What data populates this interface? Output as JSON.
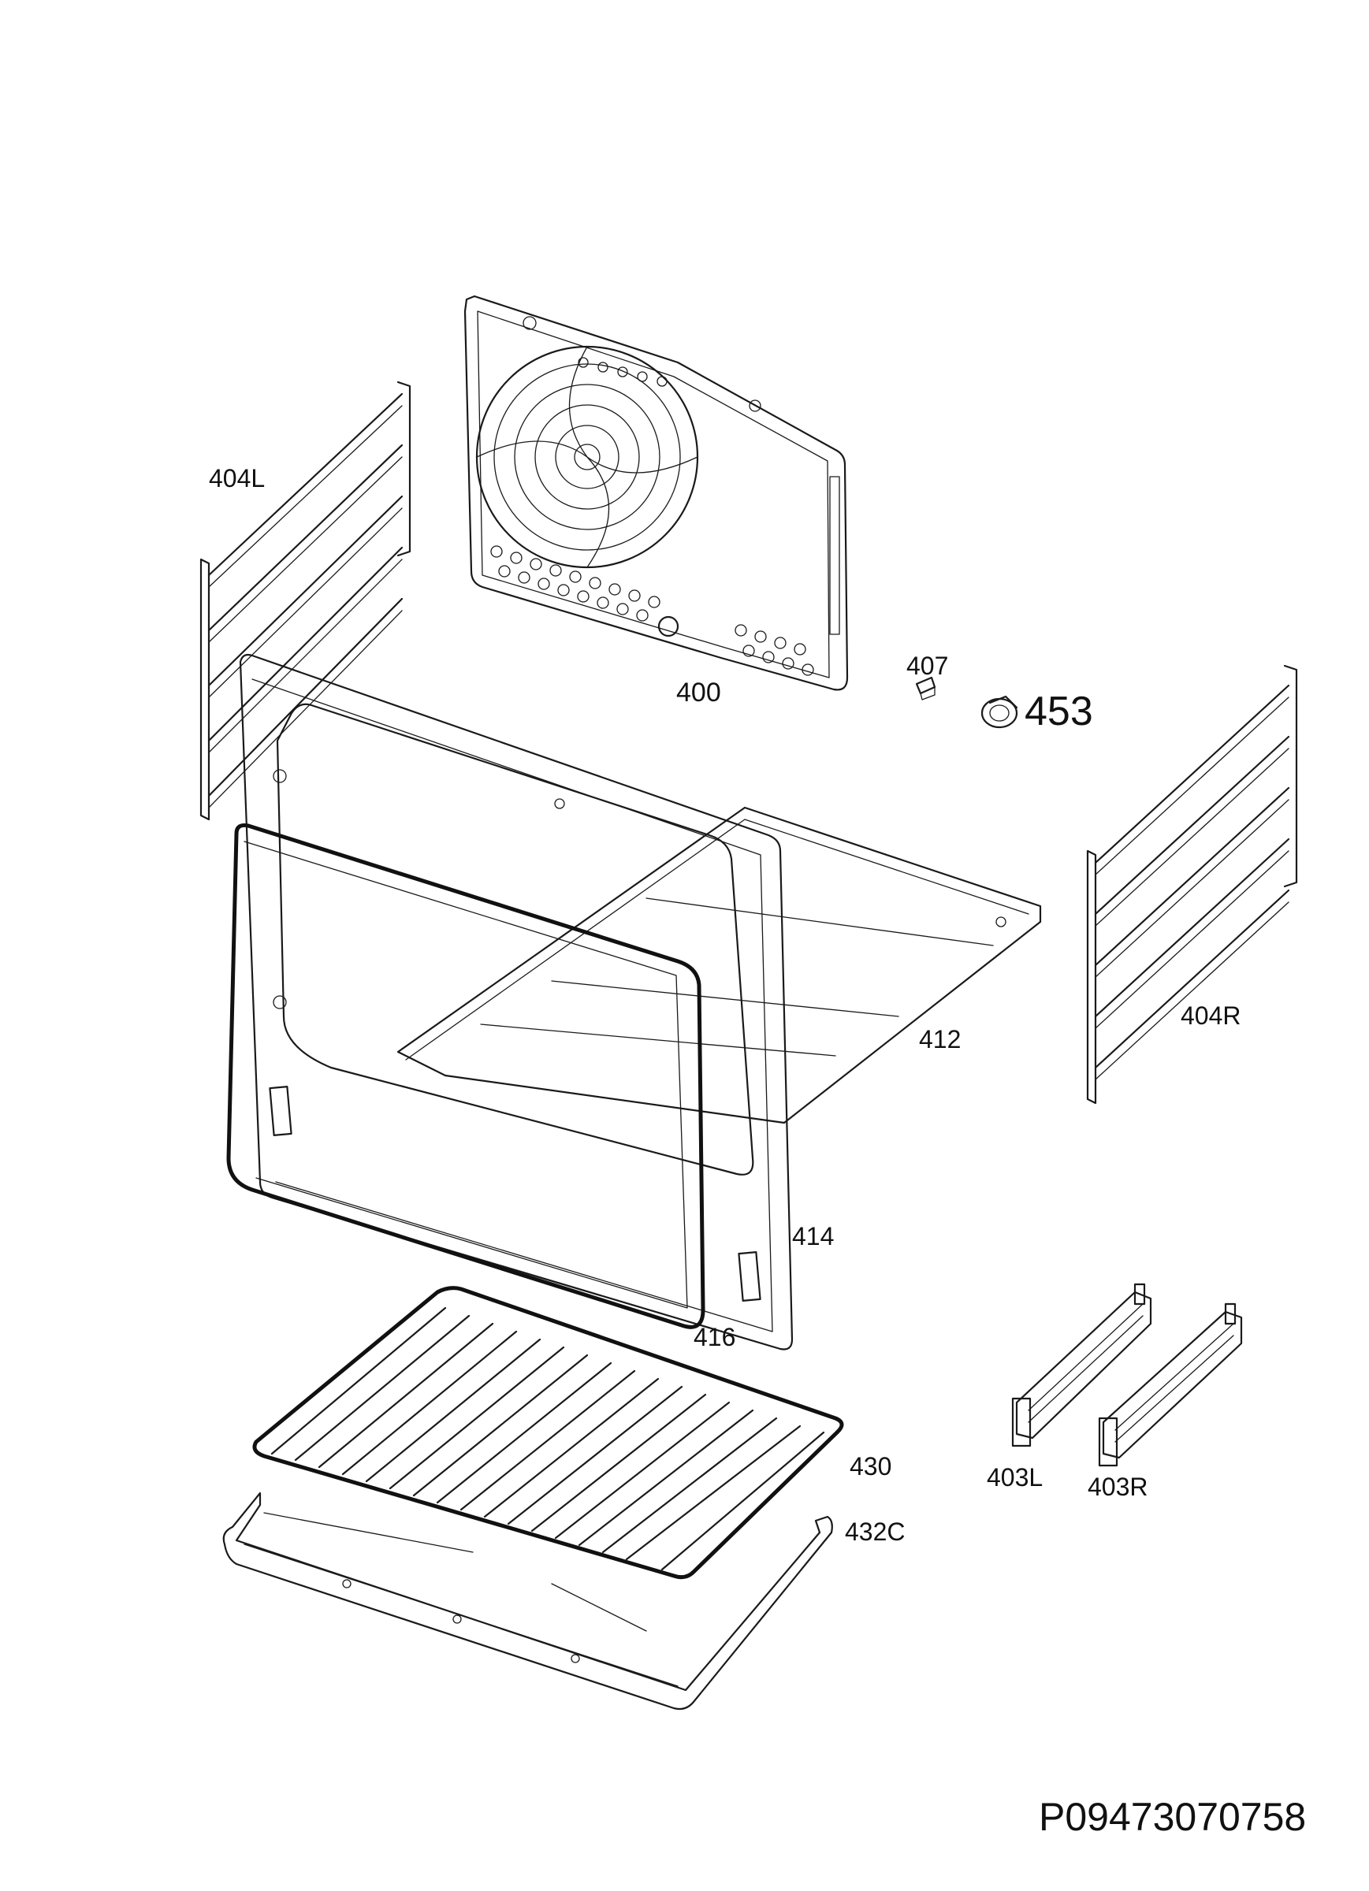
{
  "drawing_id": "P09473070758",
  "parts": {
    "p400": "400",
    "p403L": "403L",
    "p403R": "403R",
    "p404L": "404L",
    "p404R": "404R",
    "p407": "407",
    "p412": "412",
    "p414": "414",
    "p416": "416",
    "p430": "430",
    "p432C": "432C",
    "p453": "453"
  }
}
